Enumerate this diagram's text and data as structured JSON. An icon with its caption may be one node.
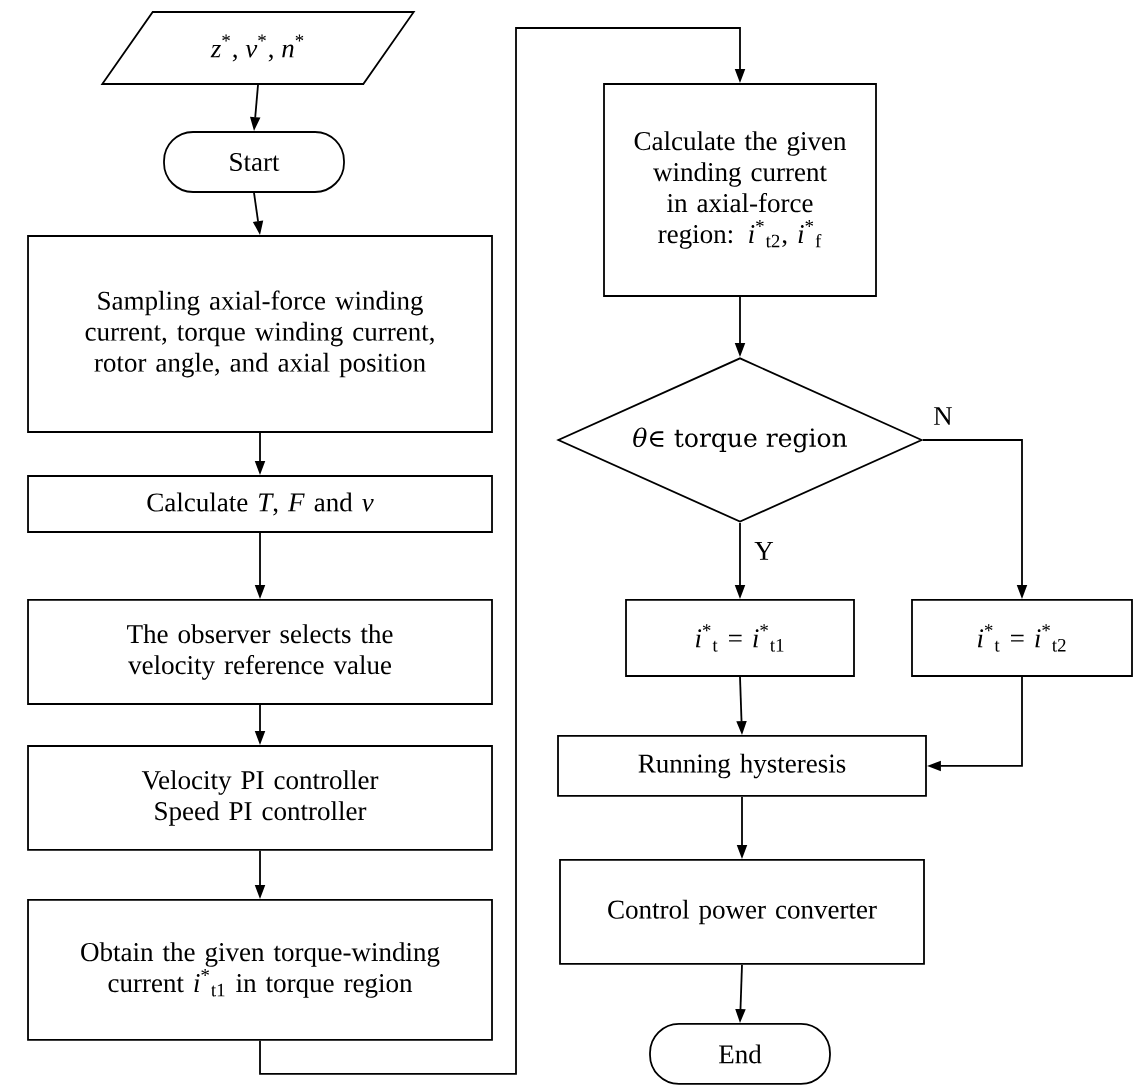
{
  "diagram": {
    "nodes": [
      {
        "text": [
          "*z*$^{*}$, *v*$^{*}$, *n*$^{*}$"
        ]
      },
      {
        "text": [
          "Start"
        ]
      },
      {
        "text": [
          "Sampling axial-force winding current, torque winding current, rotor angle, and axial position"
        ]
      },
      {
        "text": [
          "Calculate *T*,  *F* and *v*"
        ]
      },
      {
        "text": [
          "The observer selects the velocity reference value"
        ]
      },
      {
        "text": [
          "Velocity PI controller Speed PI controller"
        ]
      },
      {
        "text": [
          "Obtain the given torque-winding current *i*$^{*}$$_{t1}$ in torque region"
        ]
      },
      {
        "text": [
          "Calculate the given winding current in axial-force region: *i*$^{*}$$_{t2}$, *i*$^{*}$$_{f}$"
        ]
      },
      {
        "text": [
          "*θ*∈ torque region"
        ]
      },
      {
        "text": [
          "*i*$^{*}$$_{t}$ = *i*$^{*}$$_{t1}$"
        ]
      },
      {
        "text": [
          "*i*$^{*}$$_{t}$ = *i*$^{*}$$_{t2}$"
        ]
      },
      {
        "text": [
          "Running hysteresis"
        ]
      },
      {
        "text": [
          "Control power converter"
        ]
      },
      {
        "text": [
          "End"
        ]
      }
    ],
    "edges": [
      {
        "from": 0,
        "to": 1,
        "arrow": "to"
      },
      {
        "from": 1,
        "to": 2,
        "arrow": "to"
      },
      {
        "from": 2,
        "to": 3,
        "arrow": "to"
      },
      {
        "from": 3,
        "to": 4,
        "arrow": "to"
      },
      {
        "from": 4,
        "to": 5,
        "arrow": "to"
      },
      {
        "from": 5,
        "to": 6,
        "arrow": "to"
      },
      {
        "from": 6,
        "to": 7,
        "arrow": "to"
      },
      {
        "from": 7,
        "to": 8,
        "arrow": "to"
      },
      {
        "from": 8,
        "to": 9,
        "arrow": "to",
        "label": "Y"
      },
      {
        "from": 8,
        "to": 10,
        "arrow": "to",
        "label": "N"
      },
      {
        "from": 9,
        "to": 11,
        "arrow": "to"
      },
      {
        "from": 10,
        "to": 11,
        "arrow": "to"
      },
      {
        "from": 11,
        "to": 12,
        "arrow": "to"
      },
      {
        "from": 12,
        "to": 13,
        "arrow": "to"
      }
    ]
  }
}
